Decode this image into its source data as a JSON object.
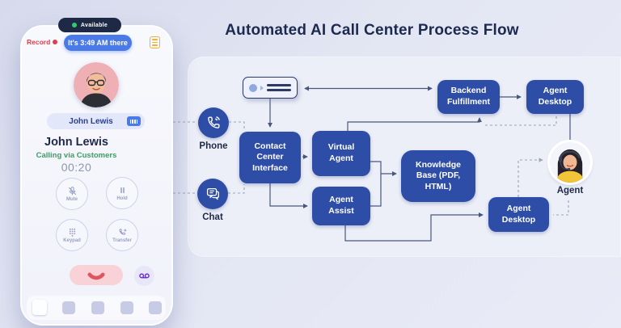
{
  "title": "Automated AI Call Center Process Flow",
  "phone": {
    "status": "Available",
    "record": "Record",
    "time_message": "It's 3:49 AM there",
    "contact_pill": "John Lewis",
    "caller_name": "John Lewis",
    "call_via": "Calling via Customers",
    "timer": "00:20",
    "buttons": [
      {
        "label": "Mute",
        "icon": "mic-off-icon"
      },
      {
        "label": "Hold",
        "icon": "pause-icon"
      },
      {
        "label": "Keypad",
        "icon": "keypad-icon"
      },
      {
        "label": "Transfer",
        "icon": "phone-forward-icon"
      }
    ]
  },
  "channels": [
    {
      "label": "Phone",
      "icon": "phone-icon"
    },
    {
      "label": "Chat",
      "icon": "chat-icon"
    }
  ],
  "flow": {
    "nodes": [
      {
        "label": "Contact Center Interface"
      },
      {
        "label": "Virtual Agent"
      },
      {
        "label": "Agent Assist"
      },
      {
        "label": "Knowledge Base (PDF, HTML)"
      },
      {
        "label": "Backend Fulfillment"
      },
      {
        "label": "Agent Desktop"
      },
      {
        "label": "Agent Desktop"
      },
      {
        "label": "Agent"
      }
    ]
  },
  "colors": {
    "node_blue": "#2e4da7",
    "accent_blue": "#4a79e8",
    "status_green": "#2ecc71",
    "calling_green": "#3f9c66",
    "record_red": "#e23c4f",
    "hangup_red": "#e0565e",
    "note_yellow": "#f0b330",
    "voicemail_purple": "#6f2ed8",
    "connector": "#47587f"
  }
}
